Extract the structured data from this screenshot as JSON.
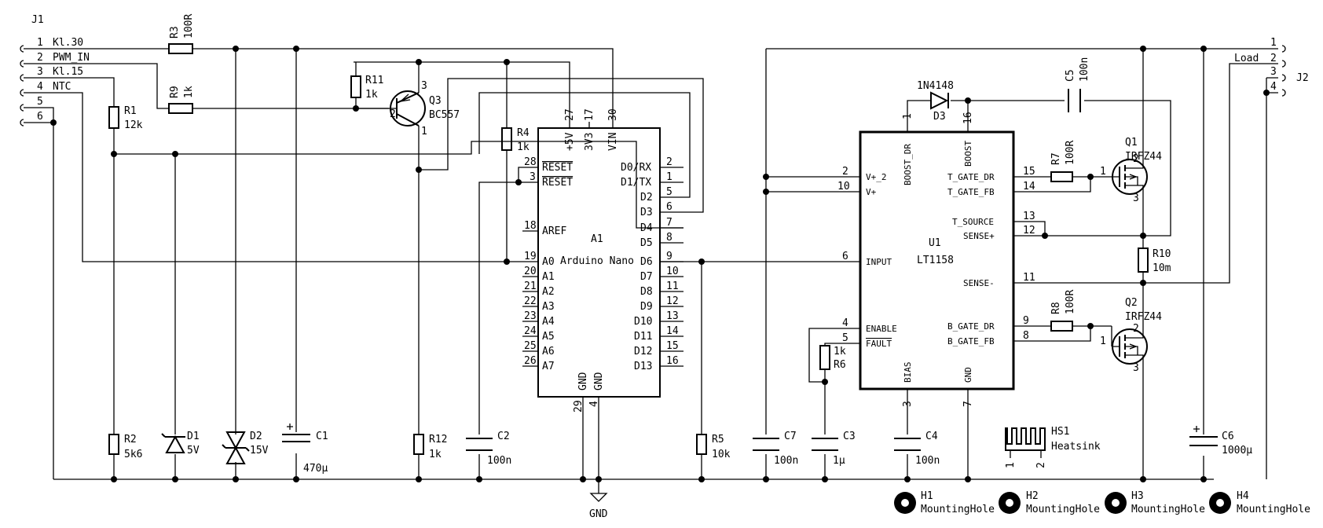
{
  "connectors": {
    "j1": {
      "ref": "J1",
      "pins": [
        {
          "num": "1",
          "name": "Kl.30"
        },
        {
          "num": "2",
          "name": "PWM_IN"
        },
        {
          "num": "3",
          "name": "Kl.15"
        },
        {
          "num": "4",
          "name": "NTC"
        },
        {
          "num": "5",
          "name": ""
        },
        {
          "num": "6",
          "name": ""
        }
      ]
    },
    "j2": {
      "ref": "J2",
      "load_label": "Load",
      "pins": [
        "1",
        "2",
        "3",
        "4"
      ]
    }
  },
  "resistors": {
    "r1": {
      "ref": "R1",
      "value": "12k"
    },
    "r2": {
      "ref": "R2",
      "value": "5k6"
    },
    "r3": {
      "ref": "R3",
      "value": "100R"
    },
    "r4": {
      "ref": "R4",
      "value": "1k"
    },
    "r5": {
      "ref": "R5",
      "value": "10k"
    },
    "r6": {
      "ref": "R6",
      "value": "1k"
    },
    "r7": {
      "ref": "R7",
      "value": "100R"
    },
    "r8": {
      "ref": "R8",
      "value": "100R"
    },
    "r9": {
      "ref": "R9",
      "value": "1k"
    },
    "r10": {
      "ref": "R10",
      "value": "10m"
    },
    "r11": {
      "ref": "R11",
      "value": "1k"
    },
    "r12": {
      "ref": "R12",
      "value": "1k"
    }
  },
  "capacitors": {
    "c1": {
      "ref": "C1",
      "value": "470µ"
    },
    "c2": {
      "ref": "C2",
      "value": "100n"
    },
    "c3": {
      "ref": "C3",
      "value": "1µ"
    },
    "c4": {
      "ref": "C4",
      "value": "100n"
    },
    "c5": {
      "ref": "C5",
      "value": "100n"
    },
    "c6": {
      "ref": "C6",
      "value": "1000µ"
    },
    "c7": {
      "ref": "C7",
      "value": "100n"
    }
  },
  "diodes": {
    "d1": {
      "ref": "D1",
      "value": "5V"
    },
    "d2": {
      "ref": "D2",
      "value": "15V"
    },
    "d3": {
      "ref": "D3",
      "value": "1N4148"
    }
  },
  "transistors": {
    "q1": {
      "ref": "Q1",
      "value": "IRFZ44",
      "pins": [
        "1",
        "2",
        "3"
      ]
    },
    "q2": {
      "ref": "Q2",
      "value": "IRFZ44",
      "pins": [
        "1",
        "2",
        "3"
      ]
    },
    "q3": {
      "ref": "Q3",
      "value": "BC557",
      "pins": [
        "1",
        "2",
        "3"
      ]
    }
  },
  "a1": {
    "ref": "A1",
    "value": "Arduino Nano",
    "top_pins": [
      {
        "num": "27",
        "name": "+5V"
      },
      {
        "num": "17",
        "name": "3V3"
      },
      {
        "num": "30",
        "name": "VIN"
      }
    ],
    "left_pins": [
      {
        "num": "28",
        "name": "RESET"
      },
      {
        "num": "3",
        "name": "RESET"
      },
      {
        "num": "18",
        "name": "AREF"
      },
      {
        "num": "19",
        "name": "A0"
      },
      {
        "num": "20",
        "name": "A1"
      },
      {
        "num": "21",
        "name": "A2"
      },
      {
        "num": "22",
        "name": "A3"
      },
      {
        "num": "23",
        "name": "A4"
      },
      {
        "num": "24",
        "name": "A5"
      },
      {
        "num": "25",
        "name": "A6"
      },
      {
        "num": "26",
        "name": "A7"
      }
    ],
    "right_pins": [
      {
        "num": "2",
        "name": "D0/RX"
      },
      {
        "num": "1",
        "name": "D1/TX"
      },
      {
        "num": "5",
        "name": "D2"
      },
      {
        "num": "6",
        "name": "D3"
      },
      {
        "num": "7",
        "name": "D4"
      },
      {
        "num": "8",
        "name": "D5"
      },
      {
        "num": "9",
        "name": "D6"
      },
      {
        "num": "10",
        "name": "D7"
      },
      {
        "num": "11",
        "name": "D8"
      },
      {
        "num": "12",
        "name": "D9"
      },
      {
        "num": "13",
        "name": "D10"
      },
      {
        "num": "14",
        "name": "D11"
      },
      {
        "num": "15",
        "name": "D12"
      },
      {
        "num": "16",
        "name": "D13"
      }
    ],
    "bottom_pins": [
      {
        "num": "29",
        "name": "GND"
      },
      {
        "num": "4",
        "name": "GND"
      }
    ]
  },
  "u1": {
    "ref": "U1",
    "value": "LT1158",
    "top_pins": [
      {
        "num": "1",
        "name": "BOOST_DR"
      },
      {
        "num": "16",
        "name": "BOOST"
      }
    ],
    "left_pins": [
      {
        "num": "2",
        "name": "V+_2"
      },
      {
        "num": "10",
        "name": "V+"
      },
      {
        "num": "6",
        "name": "INPUT"
      },
      {
        "num": "4",
        "name": "ENABLE"
      },
      {
        "num": "5",
        "name": "FAULT"
      }
    ],
    "right_pins": [
      {
        "num": "15",
        "name": "T_GATE_DR"
      },
      {
        "num": "14",
        "name": "T_GATE_FB"
      },
      {
        "num": "13",
        "name": "T_SOURCE"
      },
      {
        "num": "12",
        "name": "SENSE+"
      },
      {
        "num": "11",
        "name": "SENSE-"
      },
      {
        "num": "9",
        "name": "B_GATE_DR"
      },
      {
        "num": "8",
        "name": "B_GATE_FB"
      }
    ],
    "bottom_pins": [
      {
        "num": "3",
        "name": "BIAS"
      },
      {
        "num": "7",
        "name": "GND"
      }
    ]
  },
  "hs1": {
    "ref": "HS1",
    "value": "Heatsink",
    "pins": [
      "1",
      "2"
    ]
  },
  "mounting_holes": [
    {
      "ref": "H1",
      "value": "MountingHole"
    },
    {
      "ref": "H2",
      "value": "MountingHole"
    },
    {
      "ref": "H3",
      "value": "MountingHole"
    },
    {
      "ref": "H4",
      "value": "MountingHole"
    }
  ],
  "gnd_label": "GND"
}
